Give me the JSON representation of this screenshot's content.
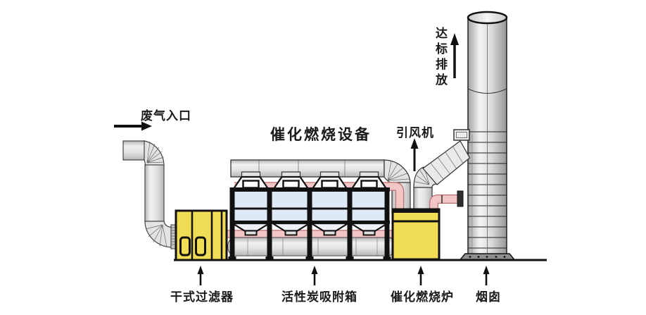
{
  "diagram": {
    "title": "催化燃烧设备",
    "labels": {
      "inlet": "废气入口",
      "fan": "引风机",
      "emission": "达标排放",
      "dry_filter": "干式过滤器",
      "carbon_box": "活性炭吸附箱",
      "furnace": "催化燃烧炉",
      "chimney": "烟囱"
    },
    "colors": {
      "equipment_yellow": "#f1dc55",
      "carbon_blue": "#dde9f4",
      "pipe_pink": "#f3c6c6",
      "duct_gray": "#e6e6e6",
      "outline": "#111111"
    }
  }
}
